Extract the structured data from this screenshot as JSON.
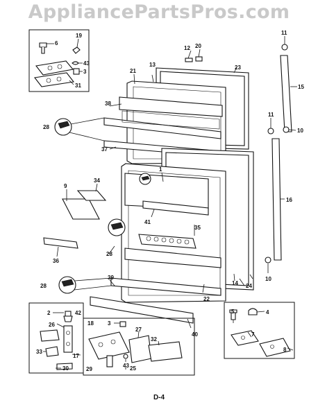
{
  "watermark": "AppliancePartsPros.com",
  "page_number": "D-4",
  "part_labels": [
    "1",
    "2",
    "3",
    "4",
    "5",
    "6",
    "7",
    "8",
    "9",
    "10",
    "11",
    "12",
    "13",
    "14",
    "15",
    "16",
    "17",
    "18",
    "19",
    "20",
    "21",
    "22",
    "23",
    "24",
    "25",
    "26",
    "27",
    "28",
    "29",
    "30",
    "31",
    "32",
    "33",
    "34",
    "35",
    "36",
    "37",
    "38",
    "39",
    "40",
    "41",
    "42",
    "43"
  ]
}
